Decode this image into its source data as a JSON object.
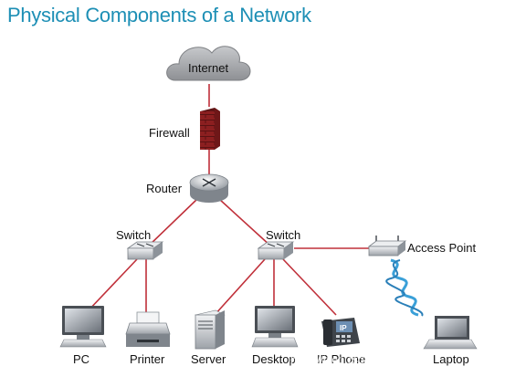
{
  "title": "Physical Components of a Network",
  "nodes": {
    "internet": "Internet",
    "firewall": "Firewall",
    "router": "Router",
    "switch_left": "Switch",
    "switch_right": "Switch",
    "access_point": "Access Point",
    "pc": "PC",
    "printer": "Printer",
    "server": "Server",
    "desktop": "Desktop",
    "ip_phone": "IP Phone",
    "ip_badge": "IP",
    "laptop": "Laptop"
  },
  "watermark": "https://blog.csdn.net/cu...gxin",
  "colors": {
    "title": "#1d8fb5",
    "link": "#c0303a",
    "wireless": "#3aa0d8",
    "cloud": "#9a9ca0"
  }
}
